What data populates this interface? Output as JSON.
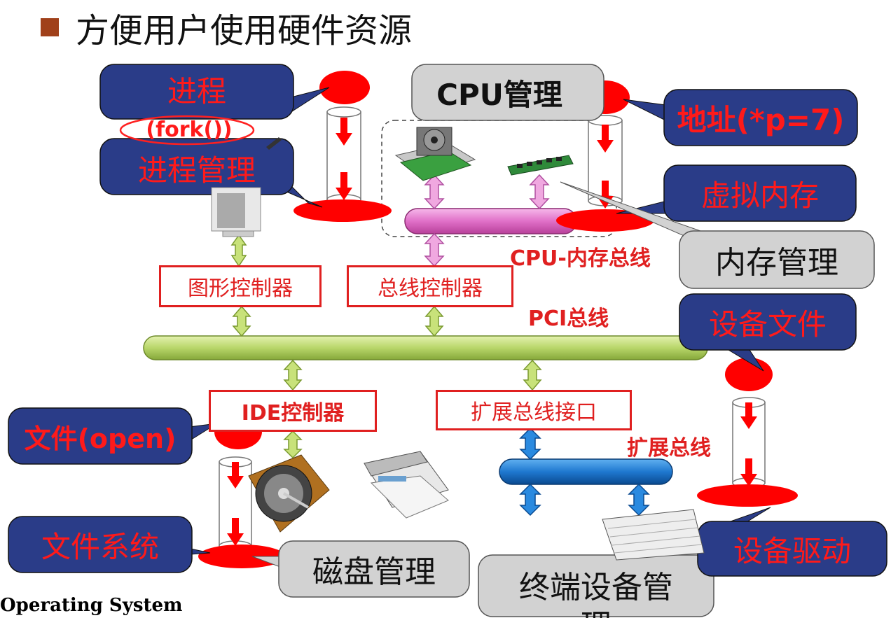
{
  "title": "方便用户使用硬件资源",
  "footer": "Operating System",
  "callouts": {
    "process": "进程",
    "fork": "(fork())",
    "process_mgmt": "进程管理",
    "cpu_mgmt": "CPU管理",
    "address": "地址(*p=7)",
    "virtual_mem": "虚拟内存",
    "mem_mgmt": "内存管理",
    "device_file": "设备文件",
    "file_open": "文件(open)",
    "file_system": "文件系统",
    "disk_mgmt": "磁盘管理",
    "terminal_mgmt_line1": "终端设备管",
    "terminal_mgmt_line2": "理",
    "device_driver": "设备驱动"
  },
  "boxes": {
    "graphics_controller": "图形控制器",
    "bus_controller": "总线控制器",
    "ide_controller": "IDE控制器",
    "expansion_bus_interface": "扩展总线接口"
  },
  "labels": {
    "cpu_memory_bus": "CPU-内存总线",
    "pci_bus": "PCI总线",
    "expansion_bus": "扩展总线"
  },
  "colors": {
    "callout_blue": "#2a3c88",
    "callout_gray": "#d2d2d2",
    "red": "#ff0000",
    "pci_bus": "#b8d66a",
    "cpu_bus": "#e070c8",
    "expansion_bus": "#1f78d0"
  },
  "icons": [
    "cpu-icon",
    "memory-module-icon",
    "monitor-icon",
    "hard-disk-icon",
    "printer-icon",
    "keyboard-icon"
  ]
}
